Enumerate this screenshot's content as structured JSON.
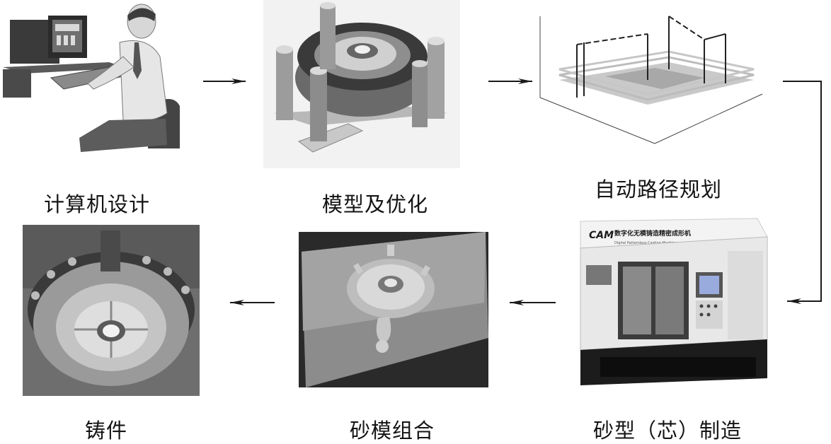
{
  "steps": [
    {
      "label": "计算机设计",
      "image": "computer-design-illustration"
    },
    {
      "label": "模型及优化",
      "image": "3d-casting-model"
    },
    {
      "label": "自动路径规划",
      "image": "path-planning-plot"
    },
    {
      "label": "砂型（芯）制造",
      "image": "digital-molding-machine"
    },
    {
      "label": "砂模组合",
      "image": "sand-mold-assembly"
    },
    {
      "label": "铸件",
      "image": "casting-part"
    }
  ],
  "machine": {
    "logo": "CAM",
    "title": "数字化无模铸造精密成形机",
    "subtitle": "Digital Patternless Casting Machine"
  },
  "colors": {
    "arrow": "#1a1a1a",
    "text": "#141414"
  }
}
